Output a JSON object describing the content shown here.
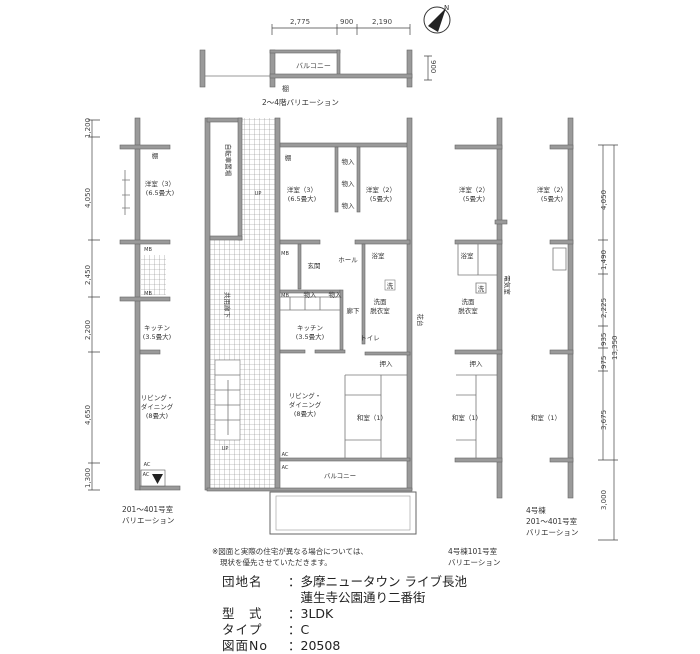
{
  "top_variation": {
    "dims": [
      "2,775",
      "900",
      "2,190"
    ],
    "side_dim": "900",
    "balcony_label": "バルコニー",
    "shelf_label": "棚",
    "caption": "2〜4階バリエーション"
  },
  "compass": {
    "label": "N"
  },
  "left_wing": {
    "dims": [
      "1,200",
      "4,050",
      "2,450",
      "2,200",
      "4,650",
      "1,300"
    ],
    "bedroom3": [
      "洋室（3）",
      "(6.5畳大)"
    ],
    "shelf": "棚",
    "mb1": "MB",
    "mb2": "MB",
    "kitchen": [
      "キッチン",
      "(3.5畳大)"
    ],
    "living": [
      "リビング・",
      "ダイニング",
      "(8畳大)"
    ],
    "ac1": "AC",
    "ac2": "AC",
    "caption": [
      "201〜401号室",
      "バリエーション"
    ]
  },
  "main_plan": {
    "bicycle": "自転車置場",
    "up1": "UP",
    "up2": "UP",
    "public_corridor": "共用廊下",
    "shelf": "棚",
    "bedroom3": [
      "洋室（3）",
      "(6.5畳大)"
    ],
    "bedroom2": [
      "洋室（2）",
      "(5畳大)"
    ],
    "storage": [
      "物入",
      "物入",
      "物入",
      "物入",
      "物入"
    ],
    "hall": "ホール",
    "entrance": "玄関",
    "bath": "浴室",
    "washer": "洗",
    "washroom": [
      "洗面",
      "脱衣室"
    ],
    "corridor": "廊下",
    "toilet": "トイレ",
    "flower": "花台",
    "mb1": "MB",
    "mb2": "MB",
    "kitchen": [
      "キッチン",
      "(3.5畳大)"
    ],
    "living": [
      "リビング・",
      "ダイニング",
      "(8畳大)"
    ],
    "closet": "押入",
    "japanese": "和室（1）",
    "balcony": "バルコニー",
    "ac1": "AC",
    "ac2": "AC"
  },
  "wing_101": {
    "bedroom2": [
      "洋室（2）",
      "(5畳大)"
    ],
    "bath": "浴室",
    "washer": "洗",
    "washroom": [
      "洗面",
      "脱衣室"
    ],
    "electric": "電気室",
    "closet": "押入",
    "japanese": "和室（1）",
    "caption": [
      "4号棟101号室",
      "バリエーション"
    ]
  },
  "wing_4": {
    "bedroom2": [
      "洋室（2）",
      "(5畳大)"
    ],
    "japanese": "和室（1）",
    "dims": [
      "4,050",
      "1,490",
      "2,225",
      "935",
      "975",
      "3,675",
      "3,000"
    ],
    "total": "13,350",
    "caption": [
      "4号棟",
      "201〜401号室",
      "バリエーション"
    ]
  },
  "note": [
    "※図面と実際の住宅が異なる場合については、",
    "現状を優先させていただきます。"
  ],
  "info": [
    {
      "key": "団地名",
      "value": "多摩ニュータウン ライブ長池"
    },
    {
      "key": "",
      "value": "蓮生寺公園通り二番街"
    },
    {
      "key": "型　式",
      "value": "3LDK"
    },
    {
      "key": "タイプ",
      "value": "C"
    },
    {
      "key": "図面No",
      "value": "20508"
    }
  ]
}
